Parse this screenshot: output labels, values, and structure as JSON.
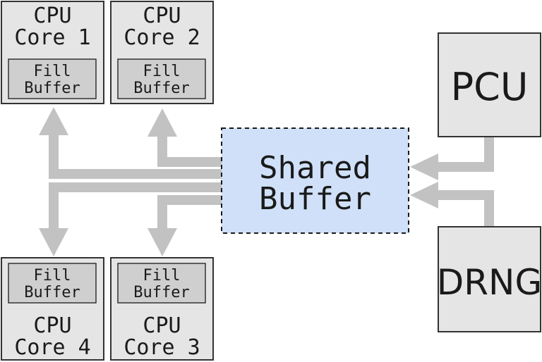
{
  "cores": [
    {
      "id": "core1",
      "line1": "CPU",
      "line2": "Core 1",
      "fill_line1": "Fill",
      "fill_line2": "Buffer"
    },
    {
      "id": "core2",
      "line1": "CPU",
      "line2": "Core 2",
      "fill_line1": "Fill",
      "fill_line2": "Buffer"
    },
    {
      "id": "core4",
      "line1": "CPU",
      "line2": "Core 4",
      "fill_line1": "Fill",
      "fill_line2": "Buffer"
    },
    {
      "id": "core3",
      "line1": "CPU",
      "line2": "Core 3",
      "fill_line1": "Fill",
      "fill_line2": "Buffer"
    }
  ],
  "shared_buffer": {
    "line1": "Shared",
    "line2": "Buffer",
    "fill_color": "#cfe0f8"
  },
  "pcu": {
    "label": "PCU"
  },
  "drng": {
    "label": "DRNG"
  },
  "colors": {
    "box": "#e5e5e5",
    "fill_buffer": "#cfcfcf",
    "arrow": "#c2c2c2",
    "border": "#333333"
  }
}
